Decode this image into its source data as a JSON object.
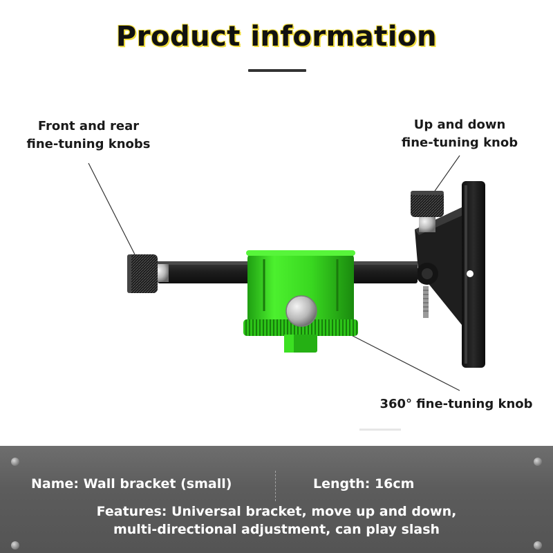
{
  "header": {
    "title": "Product information"
  },
  "callouts": {
    "front_rear_line1": "Front and rear",
    "front_rear_line2": "fine-tuning knobs",
    "up_down_line1": "Up and down",
    "up_down_line2": "fine-tuning knob",
    "rotate_360": "360° fine-tuning knob"
  },
  "colors": {
    "accent_green": "#39e01f",
    "bracket_black": "#1d1d1d",
    "panel_gray": "#5c5c5c",
    "title_outline": "#f0dc3c"
  },
  "specs": {
    "name": "Name: Wall bracket (small)",
    "length": "Length: 16cm",
    "features_line1": "Features: Universal bracket, move up and down,",
    "features_line2": "multi-directional adjustment, can play slash"
  }
}
